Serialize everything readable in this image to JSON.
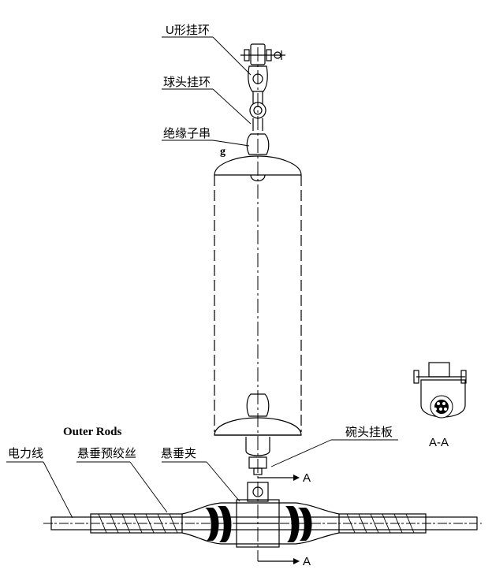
{
  "labels": {
    "u_shackle": "U形挂环",
    "ball_eye": "球头挂环",
    "insulator_string": "绝缘子串",
    "g_mark": "g",
    "outer_rods_en": "Outer Rods",
    "power_line": "电力线",
    "suspension_preformed_rods": "悬垂预绞丝",
    "suspension_clamp": "悬垂夹",
    "socket_clevis": "碗头挂板",
    "section_mark_top": "A",
    "section_mark_bottom": "A",
    "section_title": "A-A"
  }
}
